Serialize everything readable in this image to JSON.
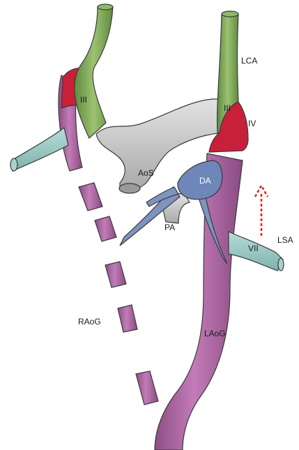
{
  "labels": {
    "lca": "LCA",
    "iii_right": "III",
    "iii_left": "III",
    "iv": "IV",
    "aos": "AoS",
    "da": "DA",
    "pa": "PA",
    "vii": "VII",
    "lsa": "LSA",
    "raog": "RAoG",
    "laog": "LAoG"
  },
  "colors": {
    "green": "#7fa65a",
    "magenta": "#b06aa6",
    "red": "#c8203a",
    "gray": "#c9c9c9",
    "blue": "#6f86b8",
    "teal": "#9cc9c4",
    "arrow": "#d8231e"
  }
}
